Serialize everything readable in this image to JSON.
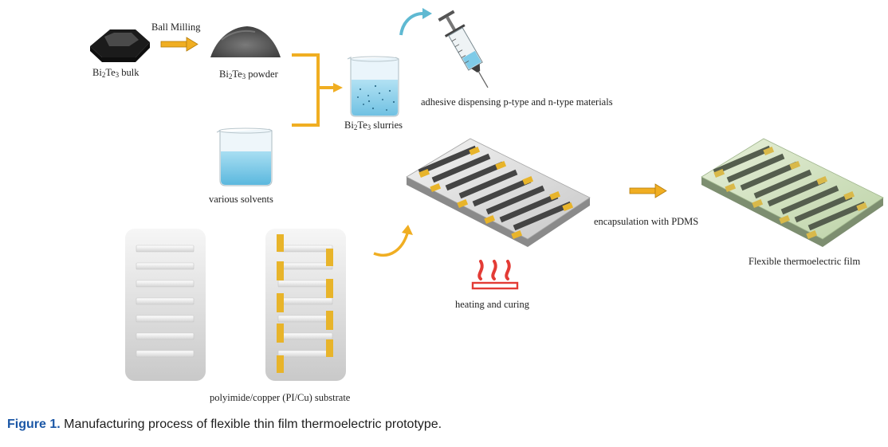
{
  "labels": {
    "ball_milling": "Ball Milling",
    "bulk": {
      "pre": "Bi",
      "s1": "2",
      "mid": "Te",
      "s2": "3",
      "post": " bulk"
    },
    "powder": {
      "pre": "Bi",
      "s1": "2",
      "mid": "Te",
      "s2": "3",
      "post": " powder"
    },
    "slurries": {
      "pre": "Bi",
      "s1": "2",
      "mid": "Te",
      "s2": "3",
      "post": " slurries"
    },
    "solvents": "various solvents",
    "dispensing": "adhesive dispensing p-type and n-type materials",
    "encapsulation": "encapsulation with PDMS",
    "film": "Flexible thermoelectric film",
    "heating": "heating and curing",
    "substrate": "polyimide/copper (PI/Cu) substrate"
  },
  "caption": {
    "figure_label": "Figure 1.",
    "text": " Manufacturing process of flexible thin film thermoelectric prototype."
  },
  "colors": {
    "arrow": "#f0ae22",
    "copper_pad": "#e8b42a",
    "liquid": "#7fcbe8",
    "heater": "#e33b35",
    "film_tint": "#d3e4c2",
    "caption_label": "#1b57a6"
  },
  "icons": [
    "bulk-crystal-icon",
    "powder-pile-icon",
    "beaker-icon",
    "syringe-icon",
    "heater-icon",
    "substrate-icon",
    "device-icon"
  ]
}
